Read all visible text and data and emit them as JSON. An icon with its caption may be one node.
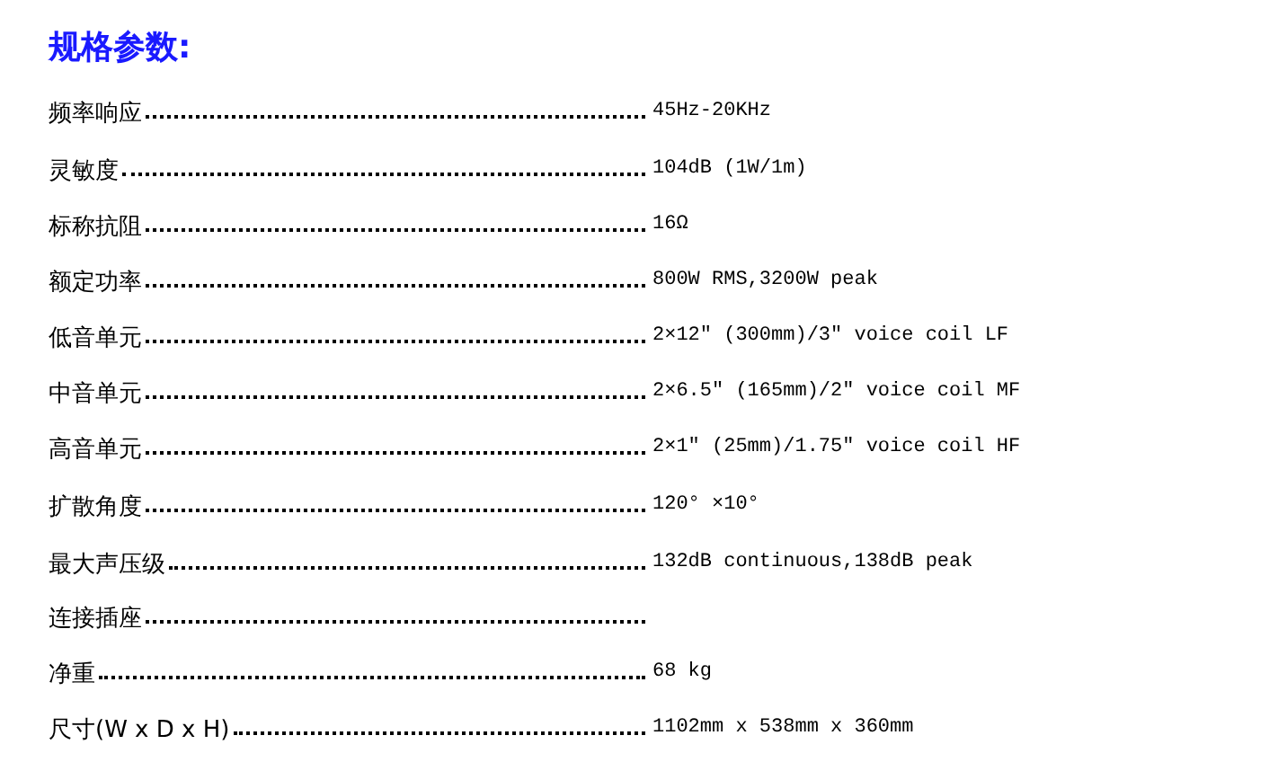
{
  "diagram": {
    "title": "规格参数:",
    "labels": [
      "频率响应",
      "45Hz-20KHz",
      "灵敏度",
      "104dB (1W/1m)",
      "标称抗阻",
      "16Ω",
      "额定功率",
      "800W RMS,3200W peak",
      "低音单元",
      "2×12\" (300mm)/3\" voice coil LF",
      "中音单元",
      "2×6.5\" (165mm)/2\" voice coil MF",
      "高音单元",
      "2×1\" (25mm)/1.75\" voice coil HF",
      "扩散角度",
      "120° ×10°",
      "最大声压级",
      "132dB continuous,138dB peak",
      "连接插座",
      "净重",
      "68 kg",
      "尺寸(W x D x H)",
      "1102mm x 538mm x 360mm"
    ]
  }
}
